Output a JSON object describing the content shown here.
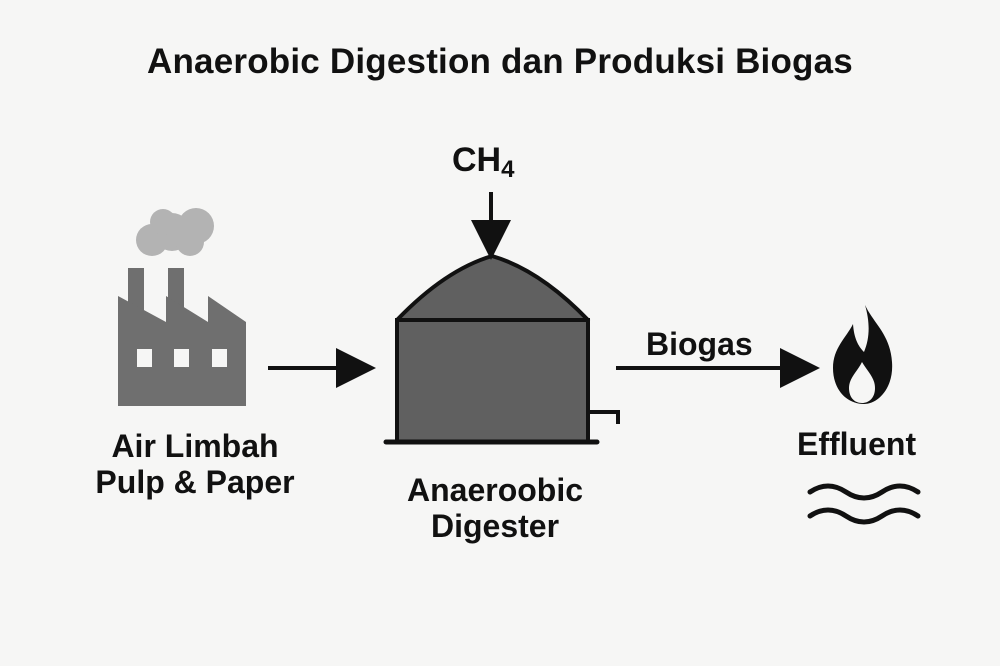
{
  "title": "Anaerobic Digestion dan Produksi Biogas",
  "nodes": {
    "factory": {
      "label_line1": "Air Limbah",
      "label_line2": "Pulp & Paper",
      "icon": "factory-icon"
    },
    "digester": {
      "label_line1": "Anaeroobic",
      "label_line2": "Digester",
      "icon": "digester-tank-icon"
    },
    "flame": {
      "icon": "flame-icon"
    },
    "effluent": {
      "label": "Effluent",
      "icon": "water-waves-icon"
    }
  },
  "edges": {
    "ch4": {
      "label_main": "CH",
      "label_sub": "4"
    },
    "biogas": {
      "label": "Biogas"
    }
  },
  "colors": {
    "background": "#f6f6f5",
    "ink": "#111111",
    "factory_gray": "#6f6f6f",
    "smoke_gray": "#b3b3b3",
    "tank_fill": "#606060"
  }
}
